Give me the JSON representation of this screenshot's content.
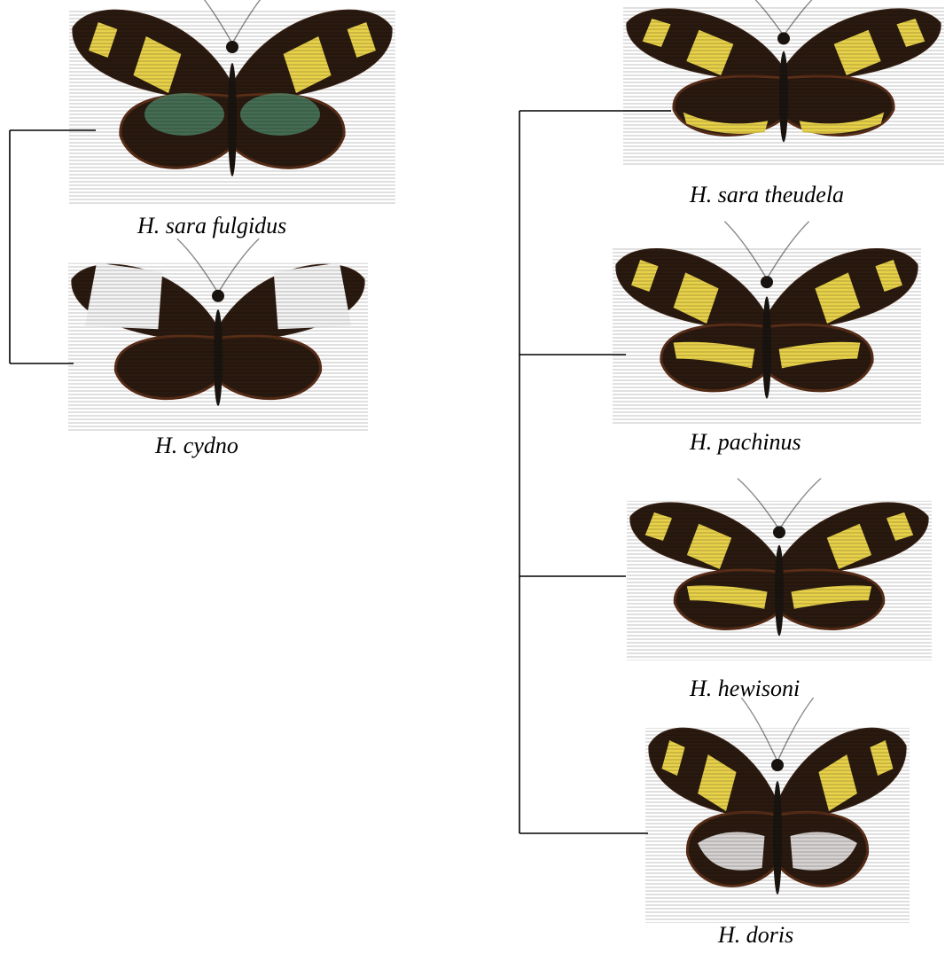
{
  "colors": {
    "background": "#ffffff",
    "line": "#000000",
    "wing_dark": "#2a1a10",
    "wing_edge": "#3d2416",
    "yellow": "#e8d24a",
    "white": "#f4f4f4",
    "iridescent_green": "#4f8a6a",
    "hindwing_brown": "#5a2e18"
  },
  "specimens": [
    {
      "id": "sara-fulgidus",
      "label": "H. sara fulgidus",
      "pattern": "yellow-bars-green-sheen"
    },
    {
      "id": "cydno",
      "label": "H. cydno",
      "pattern": "white-patches"
    },
    {
      "id": "sara-theudela",
      "label": "H. sara theudela",
      "pattern": "yellow-bars-yellow-fringe"
    },
    {
      "id": "pachinus",
      "label": "H. pachinus",
      "pattern": "yellow-bars-yellow-band"
    },
    {
      "id": "hewisoni",
      "label": "H. hewisoni",
      "pattern": "yellow-bars-yellow-band"
    },
    {
      "id": "doris",
      "label": "H. doris",
      "pattern": "yellow-patch-white-rays"
    }
  ]
}
